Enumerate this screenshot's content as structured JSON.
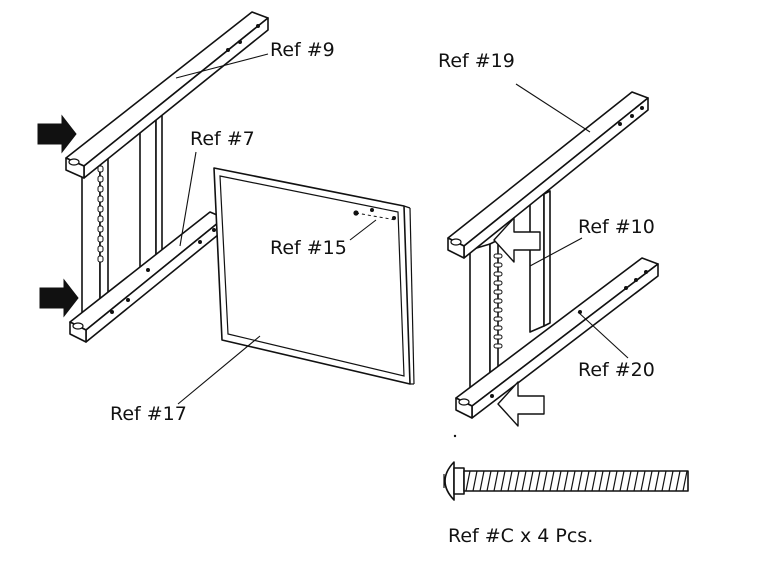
{
  "labels": {
    "ref9": "Ref #9",
    "ref7": "Ref #7",
    "ref15": "Ref #15",
    "ref17": "Ref #17",
    "ref19": "Ref #19",
    "ref10": "Ref #10",
    "ref20": "Ref #20",
    "refC": "Ref #C x 4 Pcs."
  },
  "colors": {
    "line": "#111111",
    "background": "#ffffff"
  },
  "icons": {
    "insert_arrow": "arrow-right-icon",
    "screw": "screw-icon"
  }
}
